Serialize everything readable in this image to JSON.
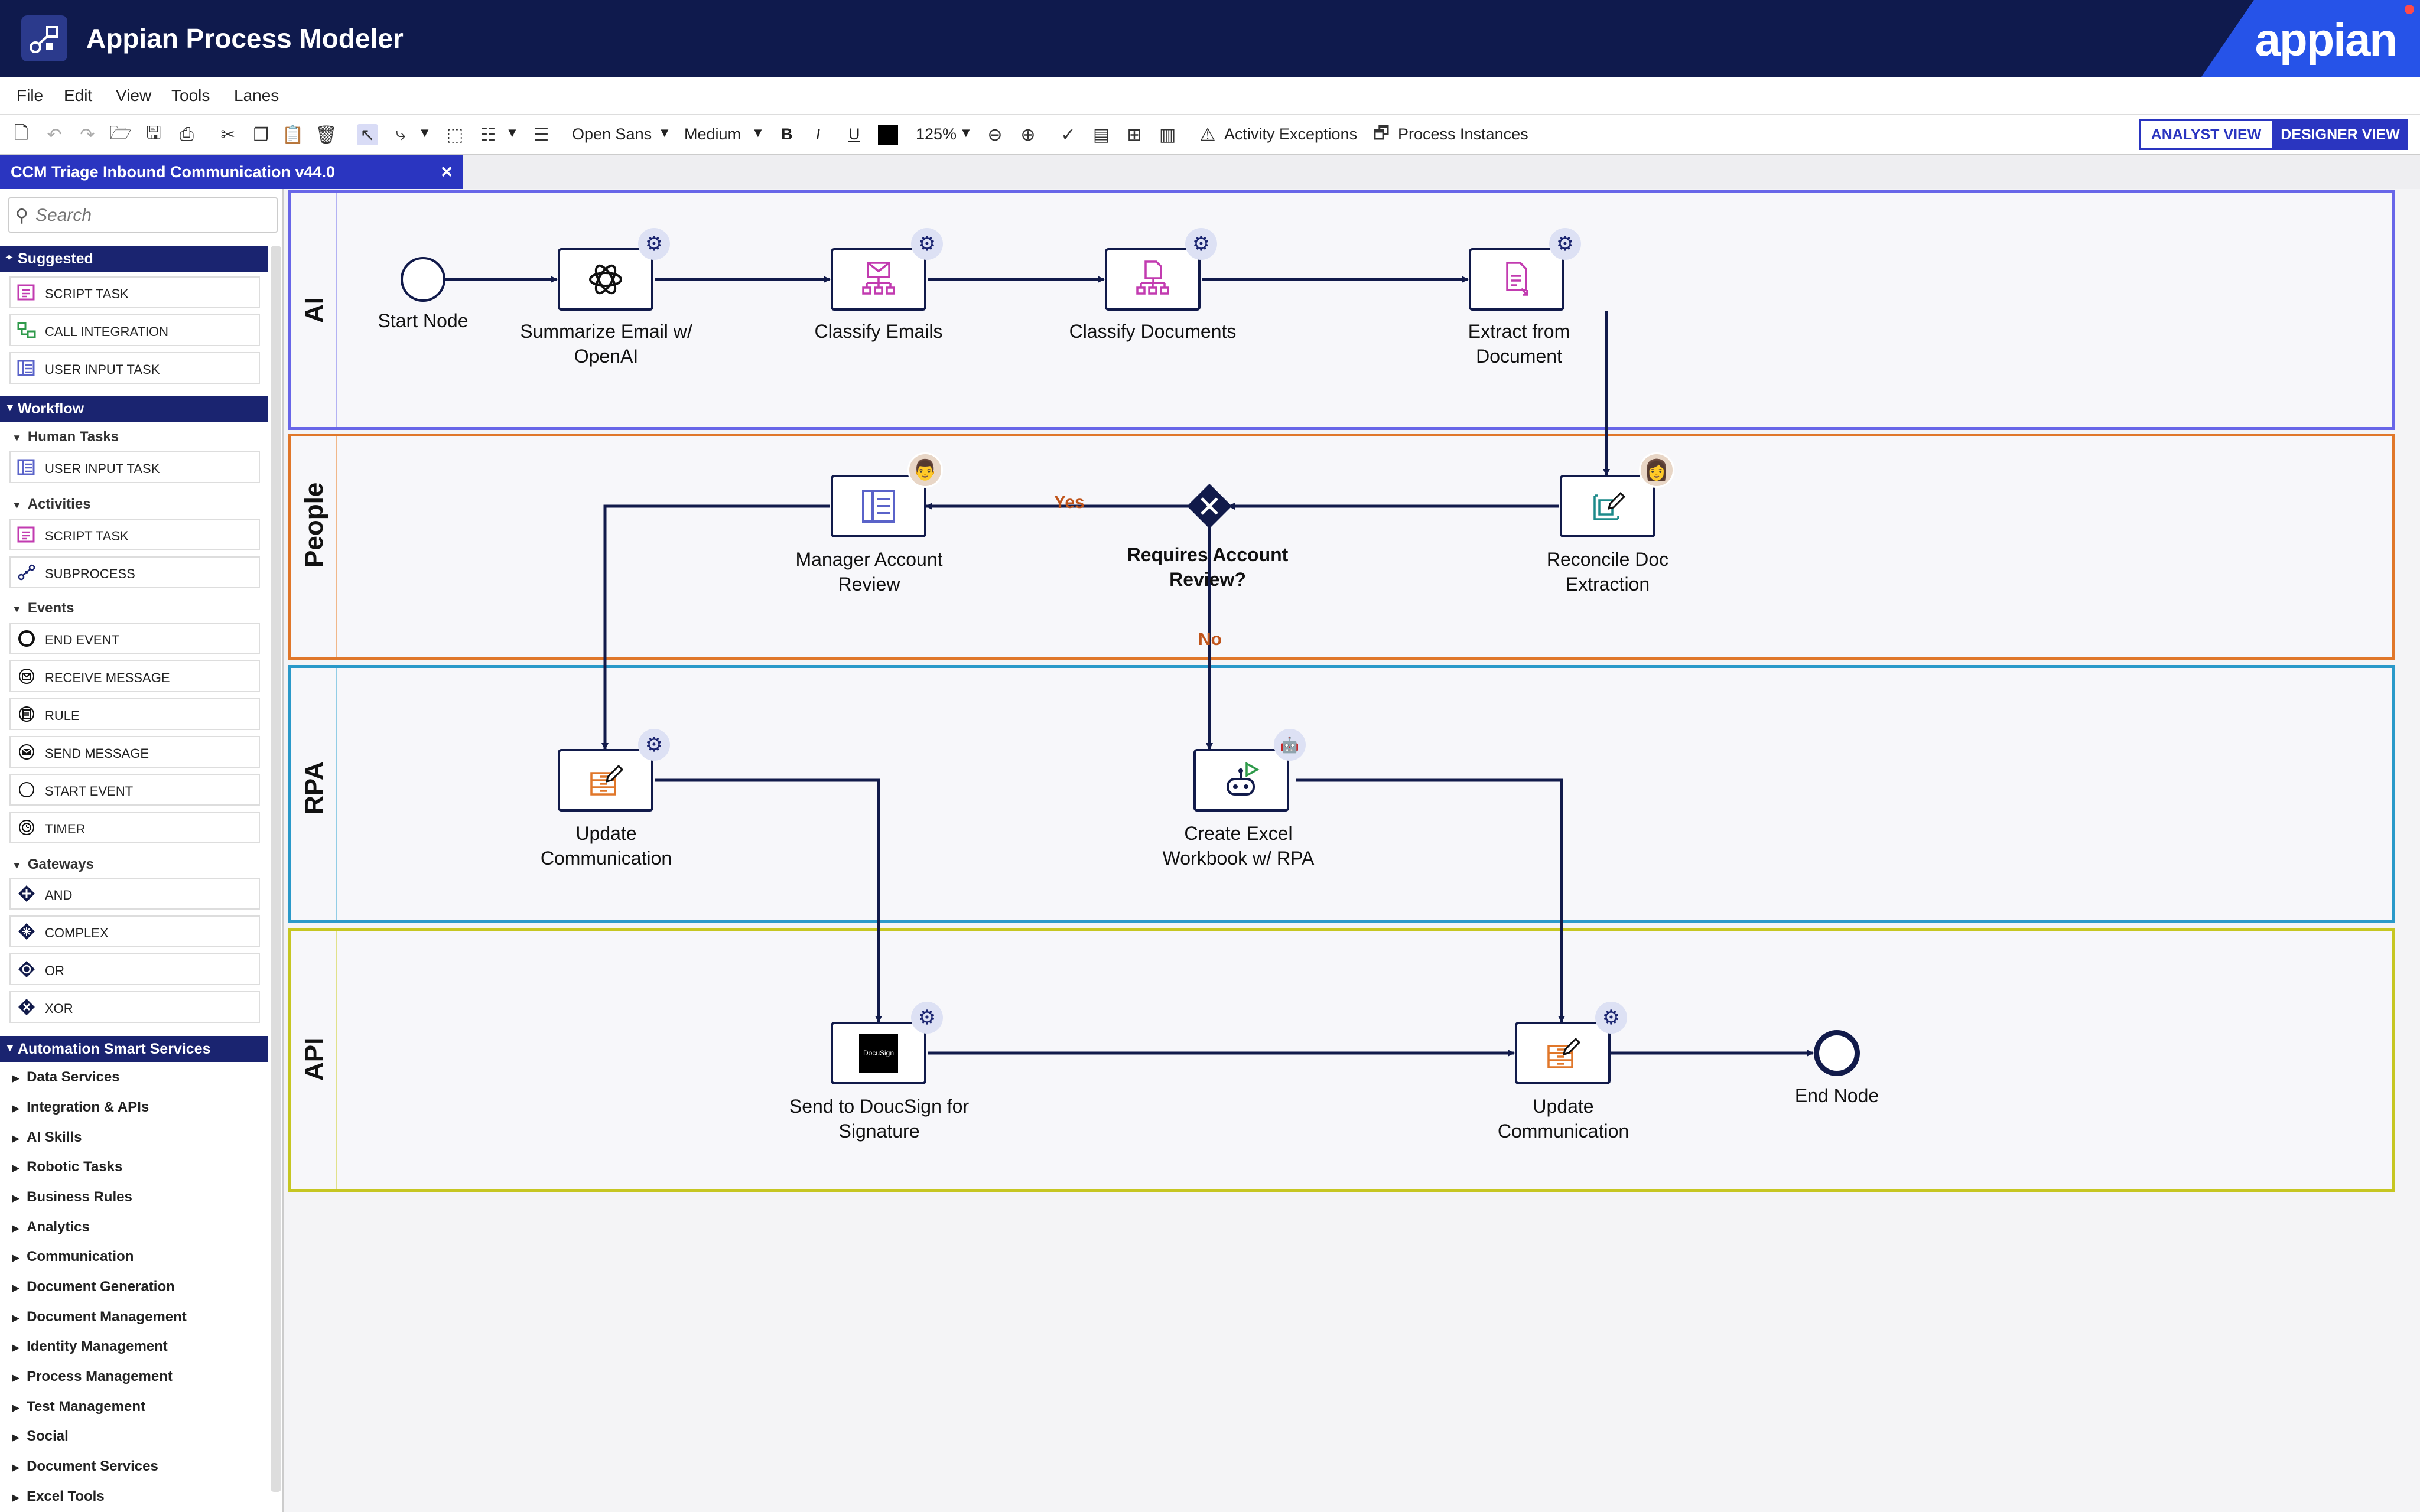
{
  "header": {
    "title": "Appian Process Modeler",
    "brand": "appian"
  },
  "menu": [
    "File",
    "Edit",
    "View",
    "Tools",
    "Lanes"
  ],
  "toolbar": {
    "font": "Open Sans",
    "weight": "Medium",
    "bold": "B",
    "italic": "I",
    "underline": "U",
    "zoom": "125%",
    "activity_exceptions": "Activity Exceptions",
    "process_instances": "Process Instances",
    "analyst_view": "ANALYST VIEW",
    "designer_view": "DESIGNER VIEW"
  },
  "tab": {
    "label": "CCM Triage Inbound Communication v44.0",
    "close": "×"
  },
  "sidebar": {
    "search_placeholder": "Search",
    "suggested": {
      "title": "Suggested",
      "items": [
        "SCRIPT TASK",
        "CALL INTEGRATION",
        "USER INPUT TASK"
      ]
    },
    "workflow": {
      "title": "Workflow",
      "human_tasks": {
        "title": "Human Tasks",
        "items": [
          "USER INPUT TASK"
        ]
      },
      "activities": {
        "title": "Activities",
        "items": [
          "SCRIPT TASK",
          "SUBPROCESS"
        ]
      },
      "events": {
        "title": "Events",
        "items": [
          "END EVENT",
          "RECEIVE MESSAGE",
          "RULE",
          "SEND MESSAGE",
          "START EVENT",
          "TIMER"
        ]
      },
      "gateways": {
        "title": "Gateways",
        "items": [
          "AND",
          "COMPLEX",
          "OR",
          "XOR"
        ]
      }
    },
    "automation": {
      "title": "Automation Smart Services",
      "categories": [
        "Data Services",
        "Integration & APIs",
        "AI Skills",
        "Robotic Tasks",
        "Business Rules",
        "Analytics",
        "Communication",
        "Document Generation",
        "Document Management",
        "Identity Management",
        "Process Management",
        "Test Management",
        "Social",
        "Document Services",
        "Excel Tools"
      ]
    }
  },
  "lanes": {
    "ai": "AI",
    "people": "People",
    "rpa": "RPA",
    "api": "API"
  },
  "nodes": {
    "start": "Start Node",
    "summarize_1": "Summarize Email w/",
    "summarize_2": "OpenAI",
    "classify_emails": "Classify Emails",
    "classify_docs": "Classify Documents",
    "extract_1": "Extract from",
    "extract_2": "Document",
    "reconcile_1": "Reconcile Doc",
    "reconcile_2": "Extraction",
    "gateway_1": "Requires Account",
    "gateway_2": "Review?",
    "manager_1": "Manager Account",
    "manager_2": "Review",
    "update_comm_1": "Update",
    "update_comm_2": "Communication",
    "excel_1": "Create Excel",
    "excel_2": "Workbook w/ RPA",
    "docusign_1": "Send to DoucSign for",
    "docusign_2": "Signature",
    "docusign_logo": "DocuSign",
    "update_api_1": "Update",
    "update_api_2": "Communication",
    "end": "End Node",
    "yes": "Yes",
    "no": "No"
  },
  "colors": {
    "header_bg": "#0f1a4d",
    "accent": "#2a35c0",
    "lane_ai": "#6866e8",
    "lane_people": "#e0772a",
    "lane_rpa": "#2a99c9",
    "lane_api": "#c6c622",
    "flow": "#111a4a"
  }
}
